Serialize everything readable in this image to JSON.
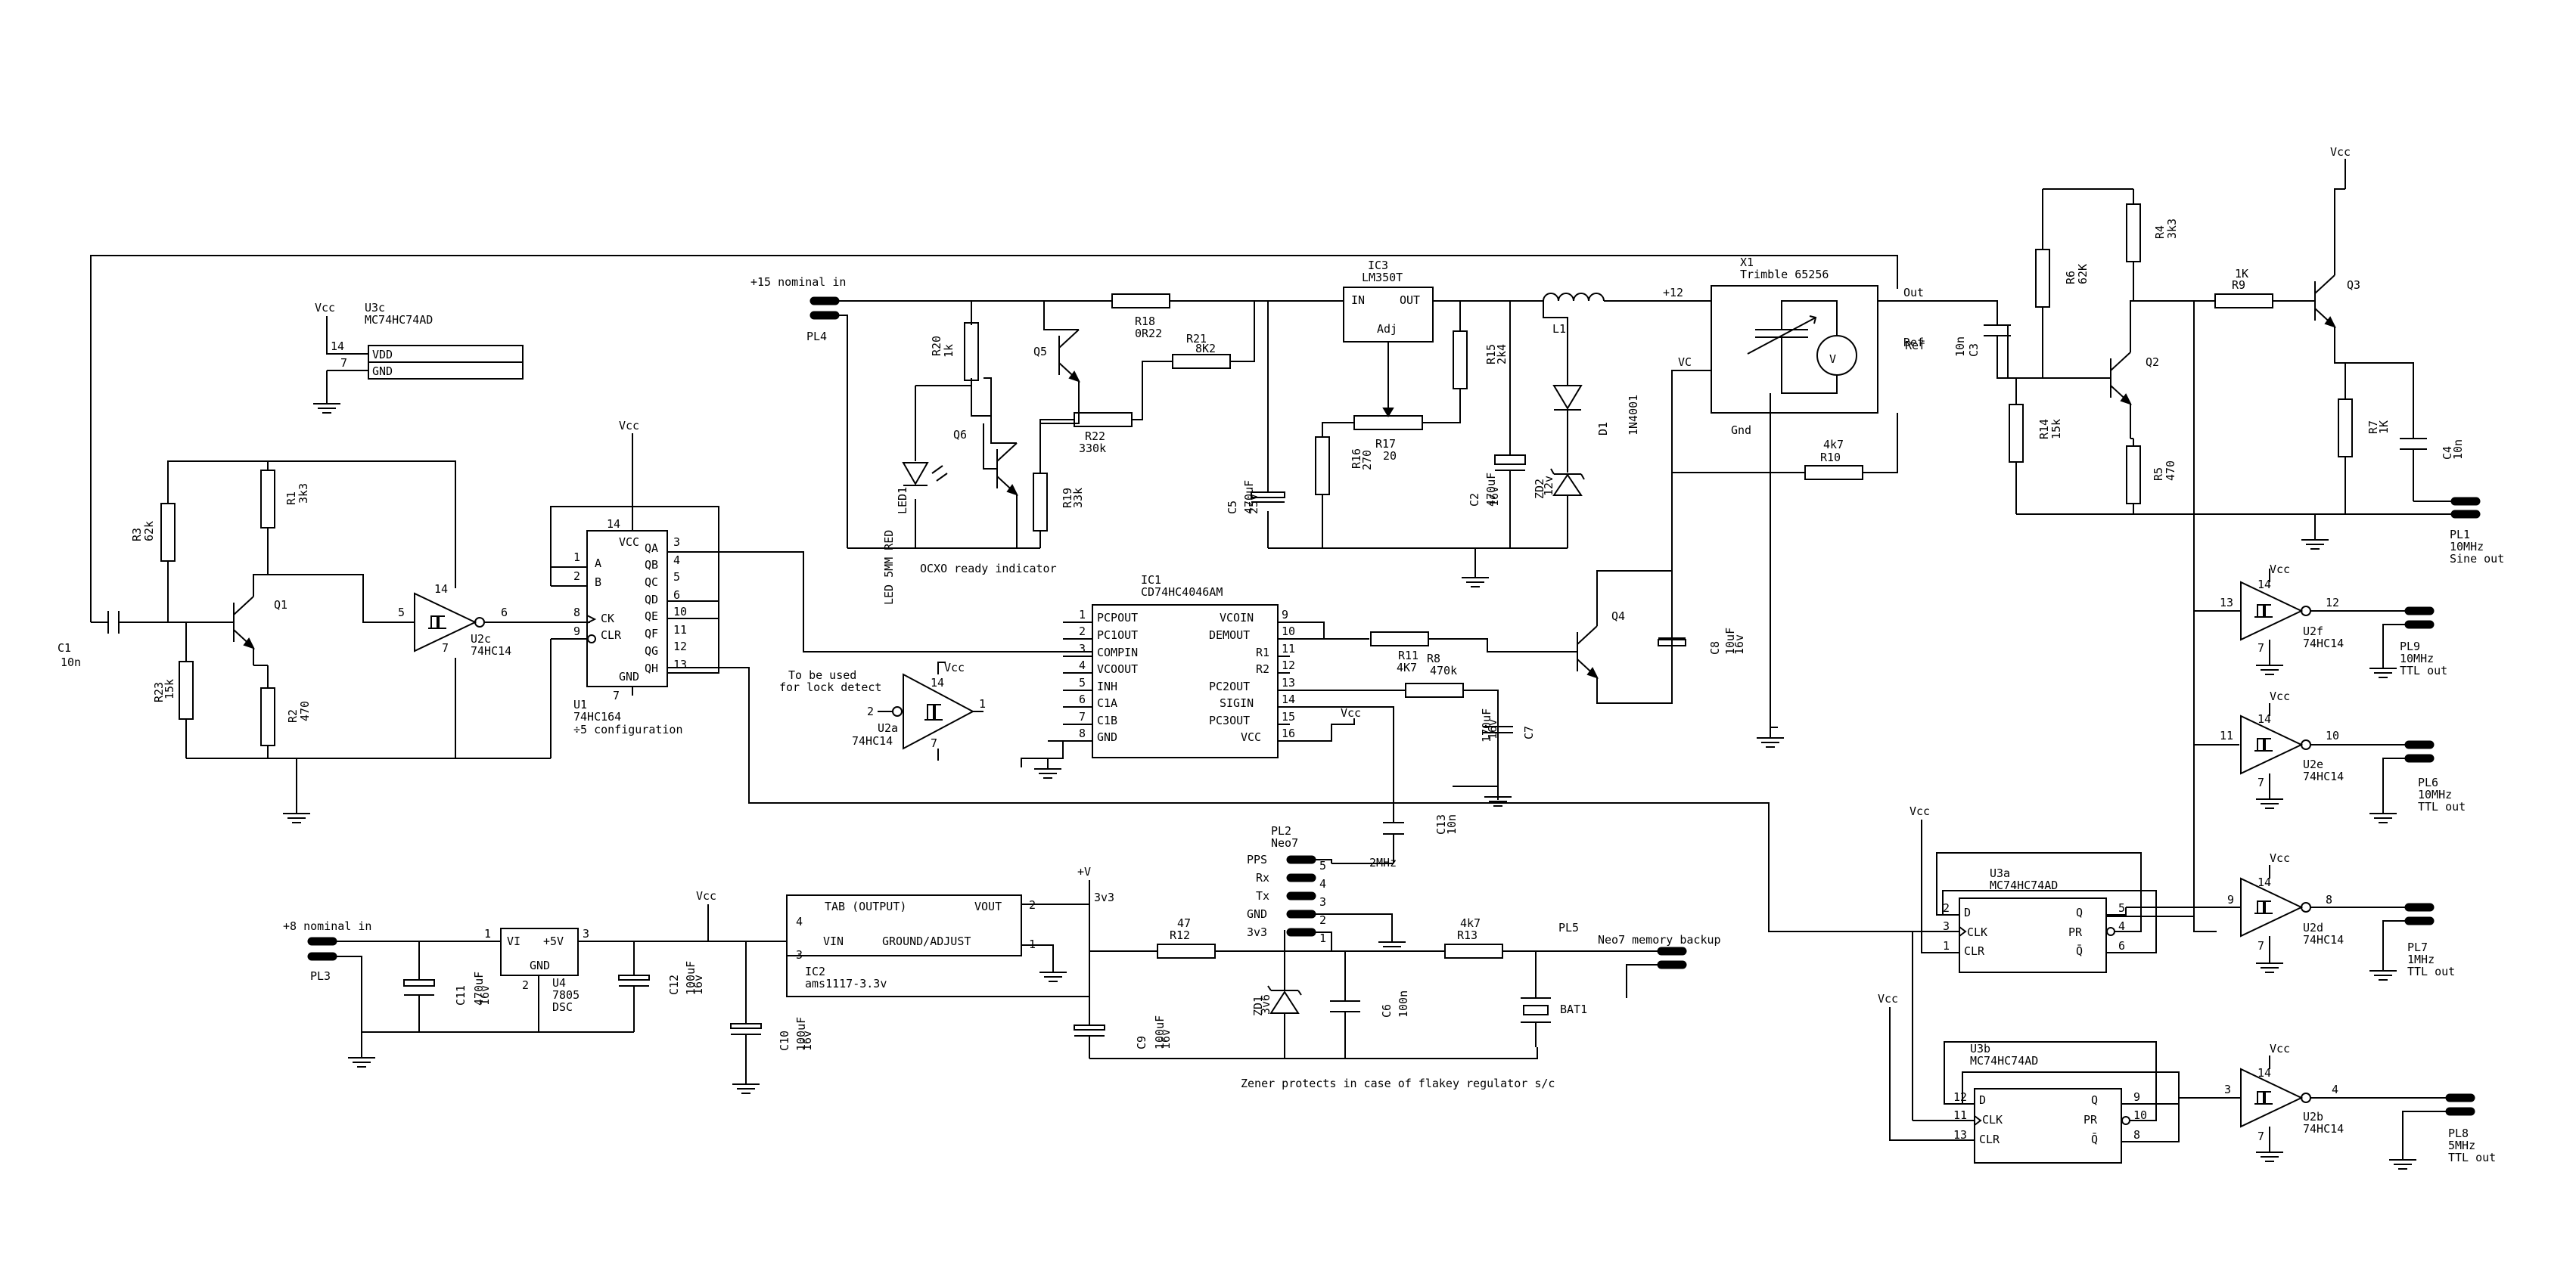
{
  "labels": {
    "u3c": [
      "U3c",
      "MC74HC74AD"
    ],
    "u3c_pins": [
      "VDD",
      "GND",
      "14",
      "7"
    ],
    "vcc": "Vcc",
    "plus_v": "+V",
    "in15": "+15 nominal in",
    "in8": "+8 nominal in",
    "pl3": "PL3",
    "pl4": "PL4",
    "pl5": [
      "PL5",
      "Neo7 memory backup"
    ],
    "pl1": [
      "PL1",
      "10MHz",
      "Sine out"
    ],
    "pl9": [
      "PL9",
      "10MHz",
      "TTL out"
    ],
    "pl6": [
      "PL6",
      "10MHz",
      "TTL out"
    ],
    "pl7": [
      "PL7",
      "1MHz",
      "TTL out"
    ],
    "pl8": [
      "PL8",
      "5MHz",
      "TTL out"
    ],
    "pl2": [
      "PL2",
      "Neo7"
    ],
    "pl2_pins": [
      "PPS",
      "Rx",
      "Tx",
      "GND",
      "3v3"
    ],
    "pl2_nums": [
      "5",
      "4",
      "3",
      "2",
      "1"
    ],
    "r1": [
      "R1",
      "3k3"
    ],
    "r2": [
      "R2",
      "470"
    ],
    "r3": [
      "R3",
      "62k"
    ],
    "r4": [
      "R4",
      "3k3"
    ],
    "r5": [
      "R5",
      "470"
    ],
    "r6": [
      "R6",
      "62K"
    ],
    "r7": [
      "R7",
      "1K"
    ],
    "r8": [
      "R8",
      "470k"
    ],
    "r9": [
      "1K",
      "R9"
    ],
    "r10": [
      "4k7",
      "R10"
    ],
    "r11": [
      "R11",
      "4K7"
    ],
    "r12": [
      "47",
      "R12"
    ],
    "r13": [
      "4k7",
      "R13"
    ],
    "r14": [
      "R14",
      "15k"
    ],
    "r15": [
      "R15",
      "2k4"
    ],
    "r16": [
      "R16",
      "270"
    ],
    "r17": [
      "R17",
      "20"
    ],
    "r18": [
      "R18",
      "0R22"
    ],
    "r19": [
      "R19",
      "33k"
    ],
    "r20": [
      "R20",
      "1k"
    ],
    "r21": [
      "R21",
      "8K2"
    ],
    "r22": [
      "R22",
      "330k"
    ],
    "r23": [
      "R23",
      "15k"
    ],
    "c1": [
      "C1",
      "10n"
    ],
    "c2": [
      "C2",
      "470uF",
      "16v"
    ],
    "c3": [
      "10n",
      "C3"
    ],
    "c4": [
      "C4",
      "10n"
    ],
    "c5": [
      "C5",
      "470uF",
      "25v"
    ],
    "c6": [
      "C6",
      "100n"
    ],
    "c7": "C7",
    "c8": [
      "C8",
      "10uF",
      "16v"
    ],
    "c9": [
      "C9",
      "100uF",
      "16v"
    ],
    "c10": [
      "C10",
      "100uF",
      "16v"
    ],
    "c11": [
      "C11",
      "470uF",
      "16v"
    ],
    "c12": [
      "C12",
      "100uF",
      "16v"
    ],
    "c13": [
      "C13",
      "10n"
    ],
    "c170": [
      "170uF",
      "16v"
    ],
    "q1": "Q1",
    "q2": "Q2",
    "q3": "Q3",
    "q4": "Q4",
    "q5": "Q5",
    "q6": "Q6",
    "d1": [
      "D1",
      "1N4001"
    ],
    "zd1": [
      "ZD1",
      "3v6"
    ],
    "zd2": [
      "ZD2",
      "12v"
    ],
    "led1": "LED1",
    "led_desc": "LED 5MM RED",
    "ocxo": "OCXO ready indicator",
    "l1": "L1",
    "plus12": "+12",
    "x1": [
      "X1",
      "Trimble 65256"
    ],
    "x1_pins": [
      "VC",
      "Out",
      "Ref",
      "Gnd"
    ],
    "volt": "V",
    "ic3": [
      "IC3",
      "LM350T"
    ],
    "ic3_pins": [
      "IN",
      "OUT",
      "Adj"
    ],
    "ic1": [
      "IC1",
      "CD74HC4046AM"
    ],
    "ic1_left": [
      "PCPOUT",
      "PC1OUT",
      "COMPIN",
      "VCOOUT",
      "INH",
      "C1A",
      "C1B",
      "GND"
    ],
    "ic1_left_nums": [
      "1",
      "2",
      "3",
      "4",
      "5",
      "6",
      "7",
      "8"
    ],
    "ic1_right": [
      "VCOIN",
      "DEMOUT",
      "R1",
      "R2",
      "PC2OUT",
      "SIGIN",
      "PC3OUT",
      "VCC"
    ],
    "ic1_right_nums": [
      "9",
      "10",
      "11",
      "12",
      "13",
      "14",
      "15",
      "16"
    ],
    "u1": [
      "U1",
      "74HC164",
      "÷5 configuration"
    ],
    "u1_left": [
      "A",
      "B",
      "CK",
      "CLR"
    ],
    "u1_left_nums": [
      "1",
      "2",
      "8",
      "9"
    ],
    "u1_right": [
      "QA",
      "QB",
      "QC",
      "QD",
      "QE",
      "QF",
      "QG",
      "QH"
    ],
    "u1_right_nums": [
      "3",
      "4",
      "5",
      "6",
      "10",
      "11",
      "12",
      "13"
    ],
    "u1_misc": [
      "VCC",
      "GND",
      "14",
      "7"
    ],
    "u2c": [
      "U2c",
      "74HC14"
    ],
    "u2c_nums": [
      "5",
      "14",
      "7",
      "6"
    ],
    "u2a": [
      "U2a",
      "74HC14"
    ],
    "u2a_nums": [
      "2",
      "14",
      "7",
      "1"
    ],
    "lock": [
      "To be used",
      "for lock detect"
    ],
    "u2f": [
      "U2f",
      "74HC14"
    ],
    "u2f_nums": [
      "13",
      "14",
      "7",
      "12"
    ],
    "u2e": [
      "U2e",
      "74HC14"
    ],
    "u2e_nums": [
      "11",
      "14",
      "7",
      "10"
    ],
    "u2d": [
      "U2d",
      "74HC14"
    ],
    "u2d_nums": [
      "9",
      "14",
      "7",
      "8"
    ],
    "u2b": [
      "U2b",
      "74HC14"
    ],
    "u2b_nums": [
      "3",
      "14",
      "7",
      "4"
    ],
    "u3a": [
      "U3a",
      "MC74HC74AD"
    ],
    "u3a_nums": [
      "2",
      "3",
      "1",
      "5",
      "4",
      "6"
    ],
    "u3b": [
      "U3b",
      "MC74HC74AD"
    ],
    "u3b_nums": [
      "12",
      "11",
      "13",
      "9",
      "10",
      "8"
    ],
    "ff_pins": [
      "D",
      "CLK",
      "CLR",
      "Q",
      "PR",
      "Q̄"
    ],
    "u4": [
      "U4",
      "7805",
      "DSC"
    ],
    "u4_pins": [
      "VI",
      "+5V",
      "GND"
    ],
    "u4_nums": [
      "1",
      "3",
      "2"
    ],
    "ic2": [
      "IC2",
      "ams1117-3.3v"
    ],
    "ic2_pins": [
      "TAB (OUTPUT)",
      "VOUT",
      "VIN",
      "GROUND/ADJUST"
    ],
    "ic2_nums": [
      "4",
      "2",
      "3",
      "1"
    ],
    "v3v3": "3v3",
    "mhz2": "2MHz",
    "bat1": "BAT1",
    "zener_note": "Zener protects in case of flakey regulator s/c"
  }
}
